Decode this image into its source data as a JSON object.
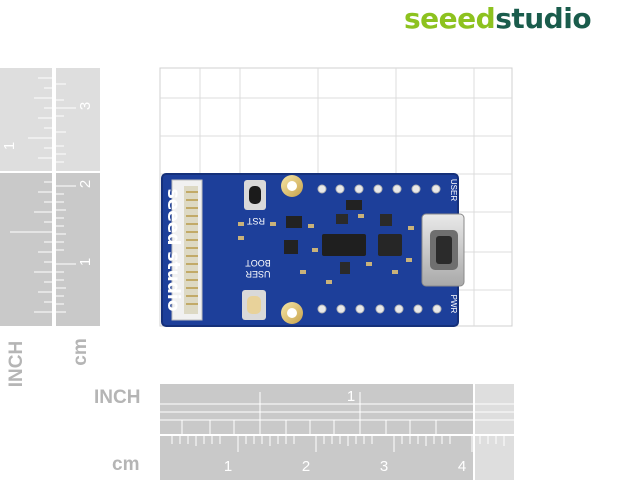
{
  "brand": {
    "word1": "seeed",
    "word2": "studio",
    "colors": {
      "green": "#8dc21f",
      "teal": "#1a5c4c"
    }
  },
  "rulers": {
    "vertical_inch_label": "INCH",
    "vertical_cm_label": "cm",
    "vertical_inch_ticks": [
      "1"
    ],
    "vertical_cm_ticks": [
      "1",
      "2",
      "3"
    ],
    "horizontal_inch_label": "INCH",
    "horizontal_cm_label": "cm",
    "horizontal_inch_ticks": [
      "1"
    ],
    "horizontal_cm_ticks": [
      "1",
      "2",
      "3",
      "4"
    ]
  },
  "board": {
    "color": "#1d3f9a",
    "silk_logo": "seeed studio",
    "labels": {
      "rst": "RST",
      "boot": "BOOT",
      "user_left": "USER",
      "user_right": "USER",
      "pwr": "PWR"
    }
  }
}
